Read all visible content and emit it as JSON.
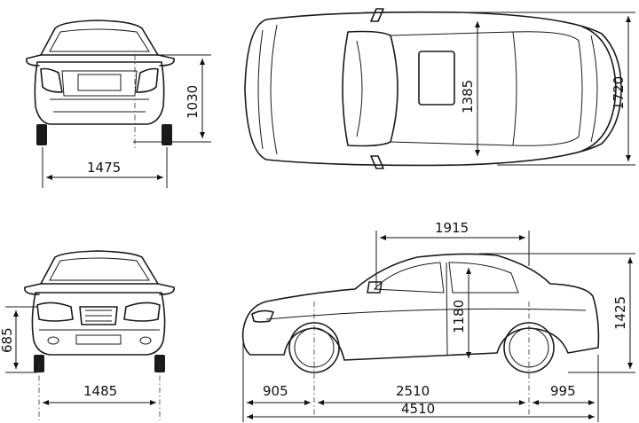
{
  "dimensions": {
    "rear_track": "1475",
    "rear_height": "1030",
    "top_width_inner": "1385",
    "overall_width": "1720",
    "front_track": "1485",
    "ground_clearance_front": "685",
    "cabin_length": "1915",
    "overall_height": "1425",
    "interior_height": "1180",
    "front_overhang": "905",
    "wheelbase": "2510",
    "rear_overhang": "995",
    "overall_length": "4510"
  }
}
